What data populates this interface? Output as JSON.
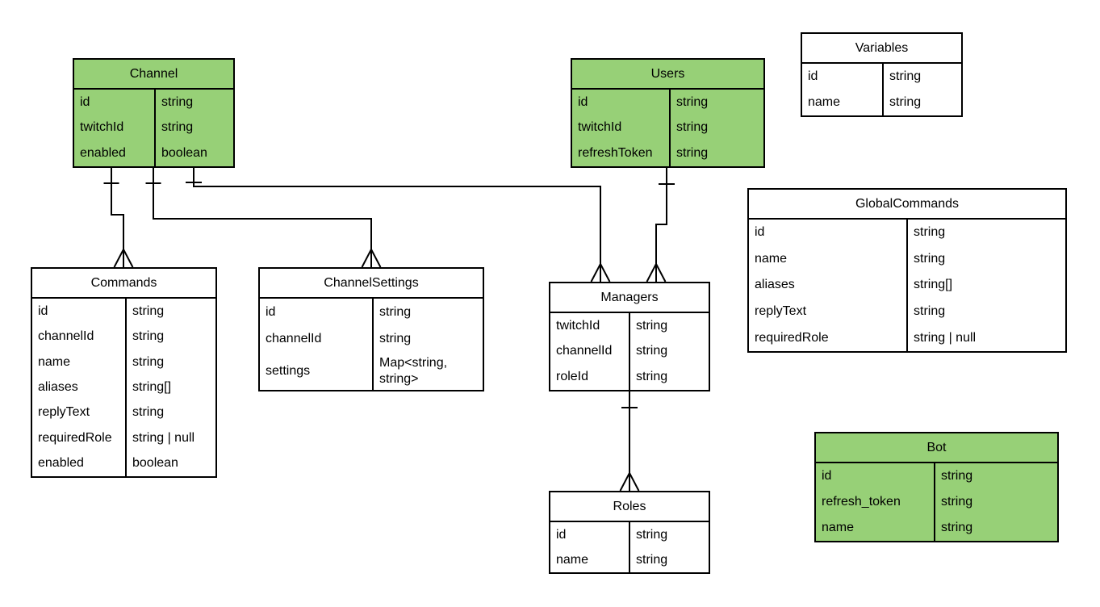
{
  "diagram": {
    "kind": "entity-relationship-diagram",
    "colors": {
      "entity_fill_highlight": "#97d077",
      "entity_fill_default": "#ffffff",
      "entity_border": "#000000",
      "relationship_line": "#000000",
      "background": "#ffffff",
      "text": "#000000"
    }
  },
  "tables": [
    {
      "title": "Channel",
      "highlighted": true,
      "rows": [
        [
          "id",
          "string"
        ],
        [
          "twitchId",
          "string"
        ],
        [
          "enabled",
          "boolean"
        ]
      ]
    },
    {
      "title": "Users",
      "highlighted": true,
      "rows": [
        [
          "id",
          "string"
        ],
        [
          "twitchId",
          "string"
        ],
        [
          "refreshToken",
          "string"
        ]
      ]
    },
    {
      "title": "Variables",
      "highlighted": false,
      "rows": [
        [
          "id",
          "string"
        ],
        [
          "name",
          "string"
        ]
      ]
    },
    {
      "title": "Commands",
      "highlighted": false,
      "rows": [
        [
          "id",
          "string"
        ],
        [
          "channelId",
          "string"
        ],
        [
          "name",
          "string"
        ],
        [
          "aliases",
          "string[]"
        ],
        [
          "replyText",
          "string"
        ],
        [
          "requiredRole",
          "string | null"
        ],
        [
          "enabled",
          "boolean"
        ]
      ]
    },
    {
      "title": "ChannelSettings",
      "highlighted": false,
      "rows": [
        [
          "id",
          "string"
        ],
        [
          "channelId",
          "string"
        ],
        [
          "settings",
          "Map<string, string>"
        ]
      ]
    },
    {
      "title": "Managers",
      "highlighted": false,
      "rows": [
        [
          "twitchId",
          "string"
        ],
        [
          "channelId",
          "string"
        ],
        [
          "roleId",
          "string"
        ]
      ]
    },
    {
      "title": "GlobalCommands",
      "highlighted": false,
      "rows": [
        [
          "id",
          "string"
        ],
        [
          "name",
          "string"
        ],
        [
          "aliases",
          "string[]"
        ],
        [
          "replyText",
          "string"
        ],
        [
          "requiredRole",
          "string | null"
        ]
      ]
    },
    {
      "title": "Roles",
      "highlighted": false,
      "rows": [
        [
          "id",
          "string"
        ],
        [
          "name",
          "string"
        ]
      ]
    },
    {
      "title": "Bot",
      "highlighted": true,
      "rows": [
        [
          "id",
          "string"
        ],
        [
          "refresh_token",
          "string"
        ],
        [
          "name",
          "string"
        ]
      ]
    }
  ],
  "relationships": [
    {
      "from": "Channel",
      "to": "Commands",
      "from_cardinality": "one",
      "to_cardinality": "many"
    },
    {
      "from": "Channel",
      "to": "ChannelSettings",
      "from_cardinality": "one",
      "to_cardinality": "many"
    },
    {
      "from": "Channel",
      "to": "Managers",
      "from_cardinality": "one",
      "to_cardinality": "many"
    },
    {
      "from": "Users",
      "to": "Managers",
      "from_cardinality": "one",
      "to_cardinality": "many"
    },
    {
      "from": "Managers",
      "to": "Roles",
      "from_cardinality": "one",
      "to_cardinality": "many"
    }
  ]
}
